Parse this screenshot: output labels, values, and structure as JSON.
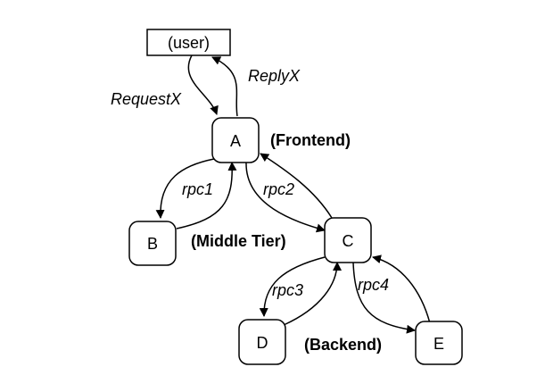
{
  "nodes": {
    "user": "(user)",
    "a": "A",
    "b": "B",
    "c": "C",
    "d": "D",
    "e": "E"
  },
  "tiers": {
    "frontend": "(Frontend)",
    "middle": "(Middle Tier)",
    "backend": "(Backend)"
  },
  "edges": {
    "request": "RequestX",
    "reply": "ReplyX",
    "rpc1": "rpc1",
    "rpc2": "rpc2",
    "rpc3": "rpc3",
    "rpc4": "rpc4"
  },
  "colors": {
    "stroke": "#000000",
    "background": "#ffffff"
  }
}
